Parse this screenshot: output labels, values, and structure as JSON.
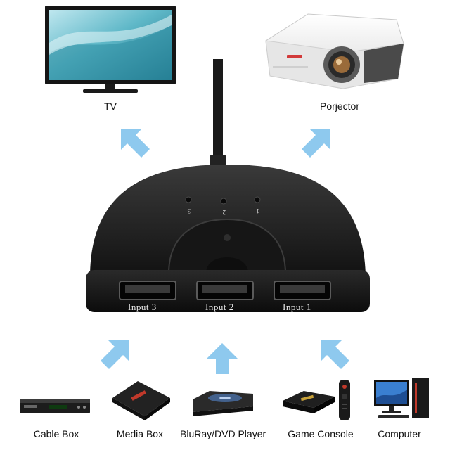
{
  "outputs": {
    "tv_label": "TV",
    "projector_label": "Porjector"
  },
  "switch": {
    "ports": [
      "Input 3",
      "Input 2",
      "Input 1"
    ],
    "leds": [
      "3",
      "2",
      "1"
    ]
  },
  "devices": {
    "cable_box": "Cable Box",
    "media_box": "Media  Box",
    "bluray": "BluRay/DVD Player",
    "game_console": "Game Console",
    "computer": "Computer"
  },
  "colors": {
    "arrow": "#8ec9ee",
    "device_body": "#1c1c1c",
    "background": "#ffffff"
  },
  "icons": {
    "arrow": "arrow-icon",
    "tv": "tv-icon",
    "projector": "projector-icon"
  }
}
